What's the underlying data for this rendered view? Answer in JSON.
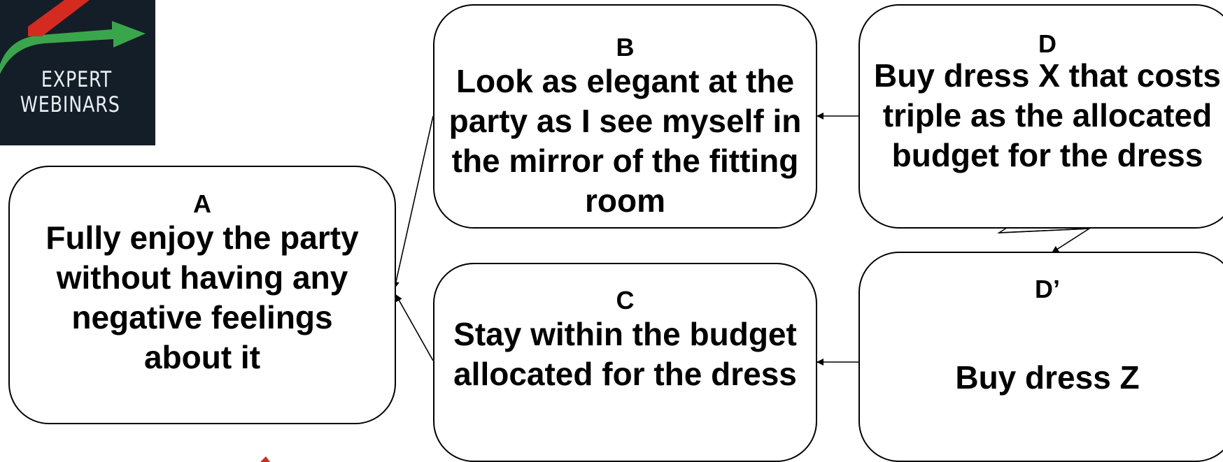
{
  "logo": {
    "line1": "EXPERT",
    "line2": "WEBINARS",
    "colors": {
      "background": "#141e28",
      "green": "#3aa64b",
      "red": "#d42a1f",
      "text": "#e9eef2"
    }
  },
  "boxes": {
    "a": {
      "letter": "A",
      "text": "Fully enjoy the party without having any negative feelings about it"
    },
    "b": {
      "letter": "B",
      "text": "Look as elegant at the party as I see myself in the mirror of the fitting room"
    },
    "c": {
      "letter": "C",
      "text": "Stay within the budget allocated for the dress"
    },
    "d": {
      "letter": "D",
      "text": "Buy dress X that costs triple as the allocated budget for the dress"
    },
    "d_prime": {
      "letter": "D’",
      "text": "Buy dress Z"
    }
  },
  "connectors": [
    {
      "from": "B",
      "to": "A"
    },
    {
      "from": "C",
      "to": "A"
    },
    {
      "from": "D",
      "to": "B"
    },
    {
      "from": "D’",
      "to": "C"
    },
    {
      "from": "D",
      "to": "D’",
      "style": "conflict-zigzag"
    }
  ]
}
